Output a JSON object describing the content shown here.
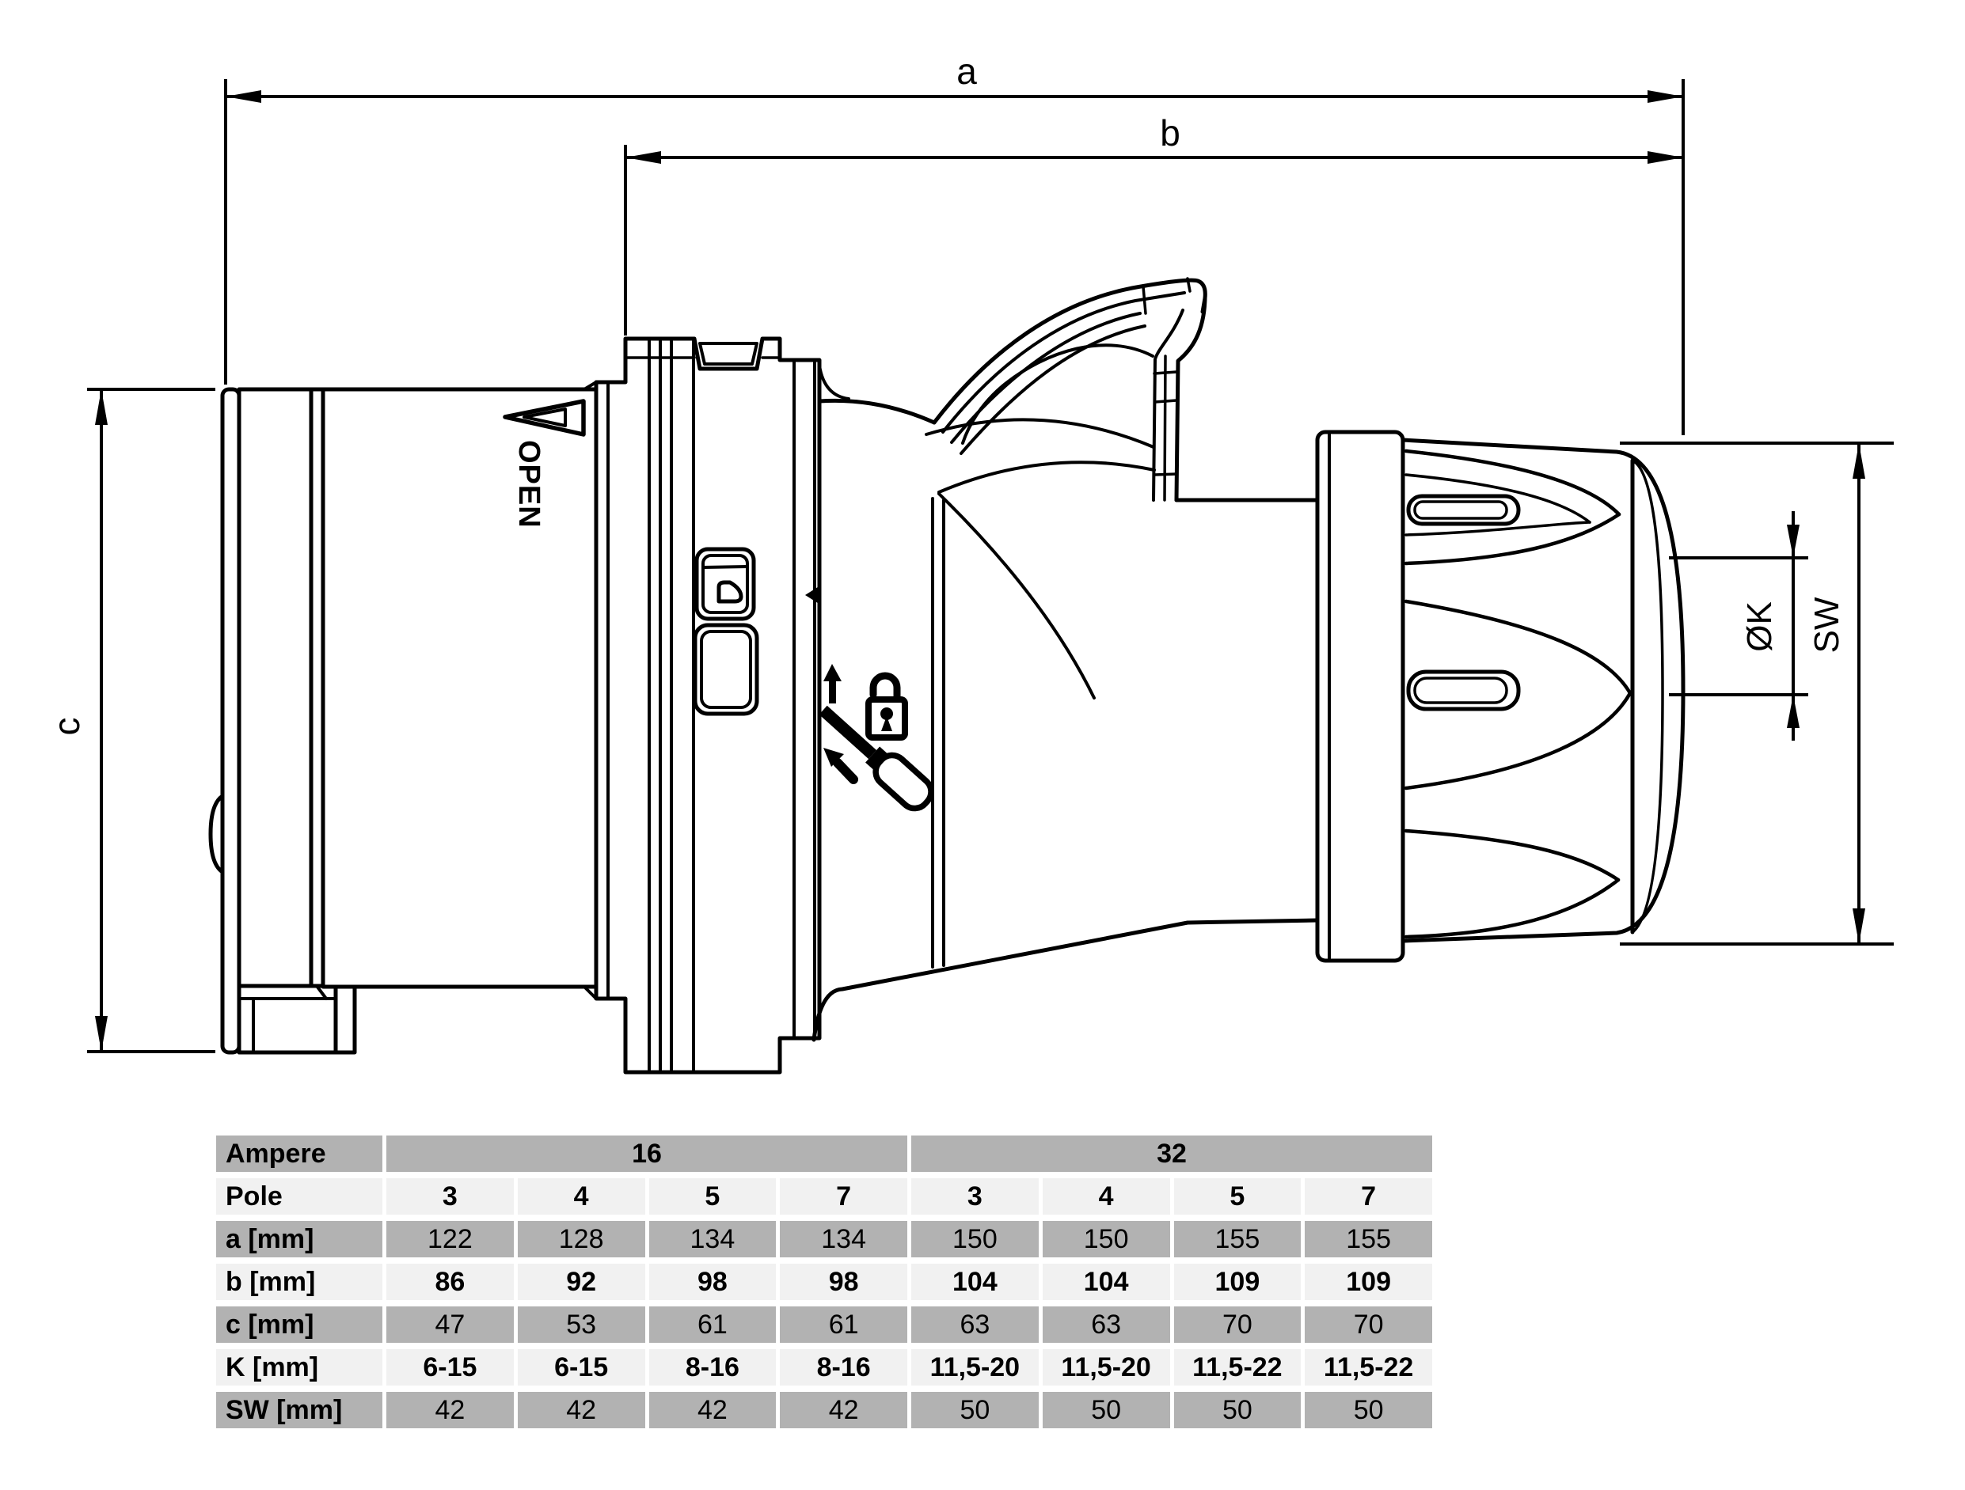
{
  "drawing": {
    "dimensions": {
      "a": "a",
      "b": "b",
      "c": "c",
      "k": "ØK",
      "sw": "SW"
    },
    "open_label": "OPEN"
  },
  "table": {
    "header": {
      "label": "Ampere",
      "groups": [
        {
          "label": "16",
          "span": 4
        },
        {
          "label": "32",
          "span": 4
        }
      ]
    },
    "rows": [
      {
        "label": "Pole",
        "values": [
          "3",
          "4",
          "5",
          "7",
          "3",
          "4",
          "5",
          "7"
        ],
        "bold_values": true,
        "shade": "light"
      },
      {
        "label": "a [mm]",
        "values": [
          "122",
          "128",
          "134",
          "134",
          "150",
          "150",
          "155",
          "155"
        ],
        "bold_values": false,
        "shade": "dark"
      },
      {
        "label": "b [mm]",
        "values": [
          "86",
          "92",
          "98",
          "98",
          "104",
          "104",
          "109",
          "109"
        ],
        "bold_values": true,
        "shade": "light"
      },
      {
        "label": "c [mm]",
        "values": [
          "47",
          "53",
          "61",
          "61",
          "63",
          "63",
          "70",
          "70"
        ],
        "bold_values": false,
        "shade": "dark"
      },
      {
        "label": "K [mm]",
        "values": [
          "6-15",
          "6-15",
          "8-16",
          "8-16",
          "11,5-20",
          "11,5-20",
          "11,5-22",
          "11,5-22"
        ],
        "bold_values": true,
        "shade": "light"
      },
      {
        "label": "SW [mm]",
        "values": [
          "42",
          "42",
          "42",
          "42",
          "50",
          "50",
          "50",
          "50"
        ],
        "bold_values": false,
        "shade": "dark"
      }
    ]
  },
  "colors": {
    "line": "#000000",
    "table_row_dark": "#b2b2b2",
    "table_row_light": "#f1f1f1",
    "background": "#ffffff"
  }
}
